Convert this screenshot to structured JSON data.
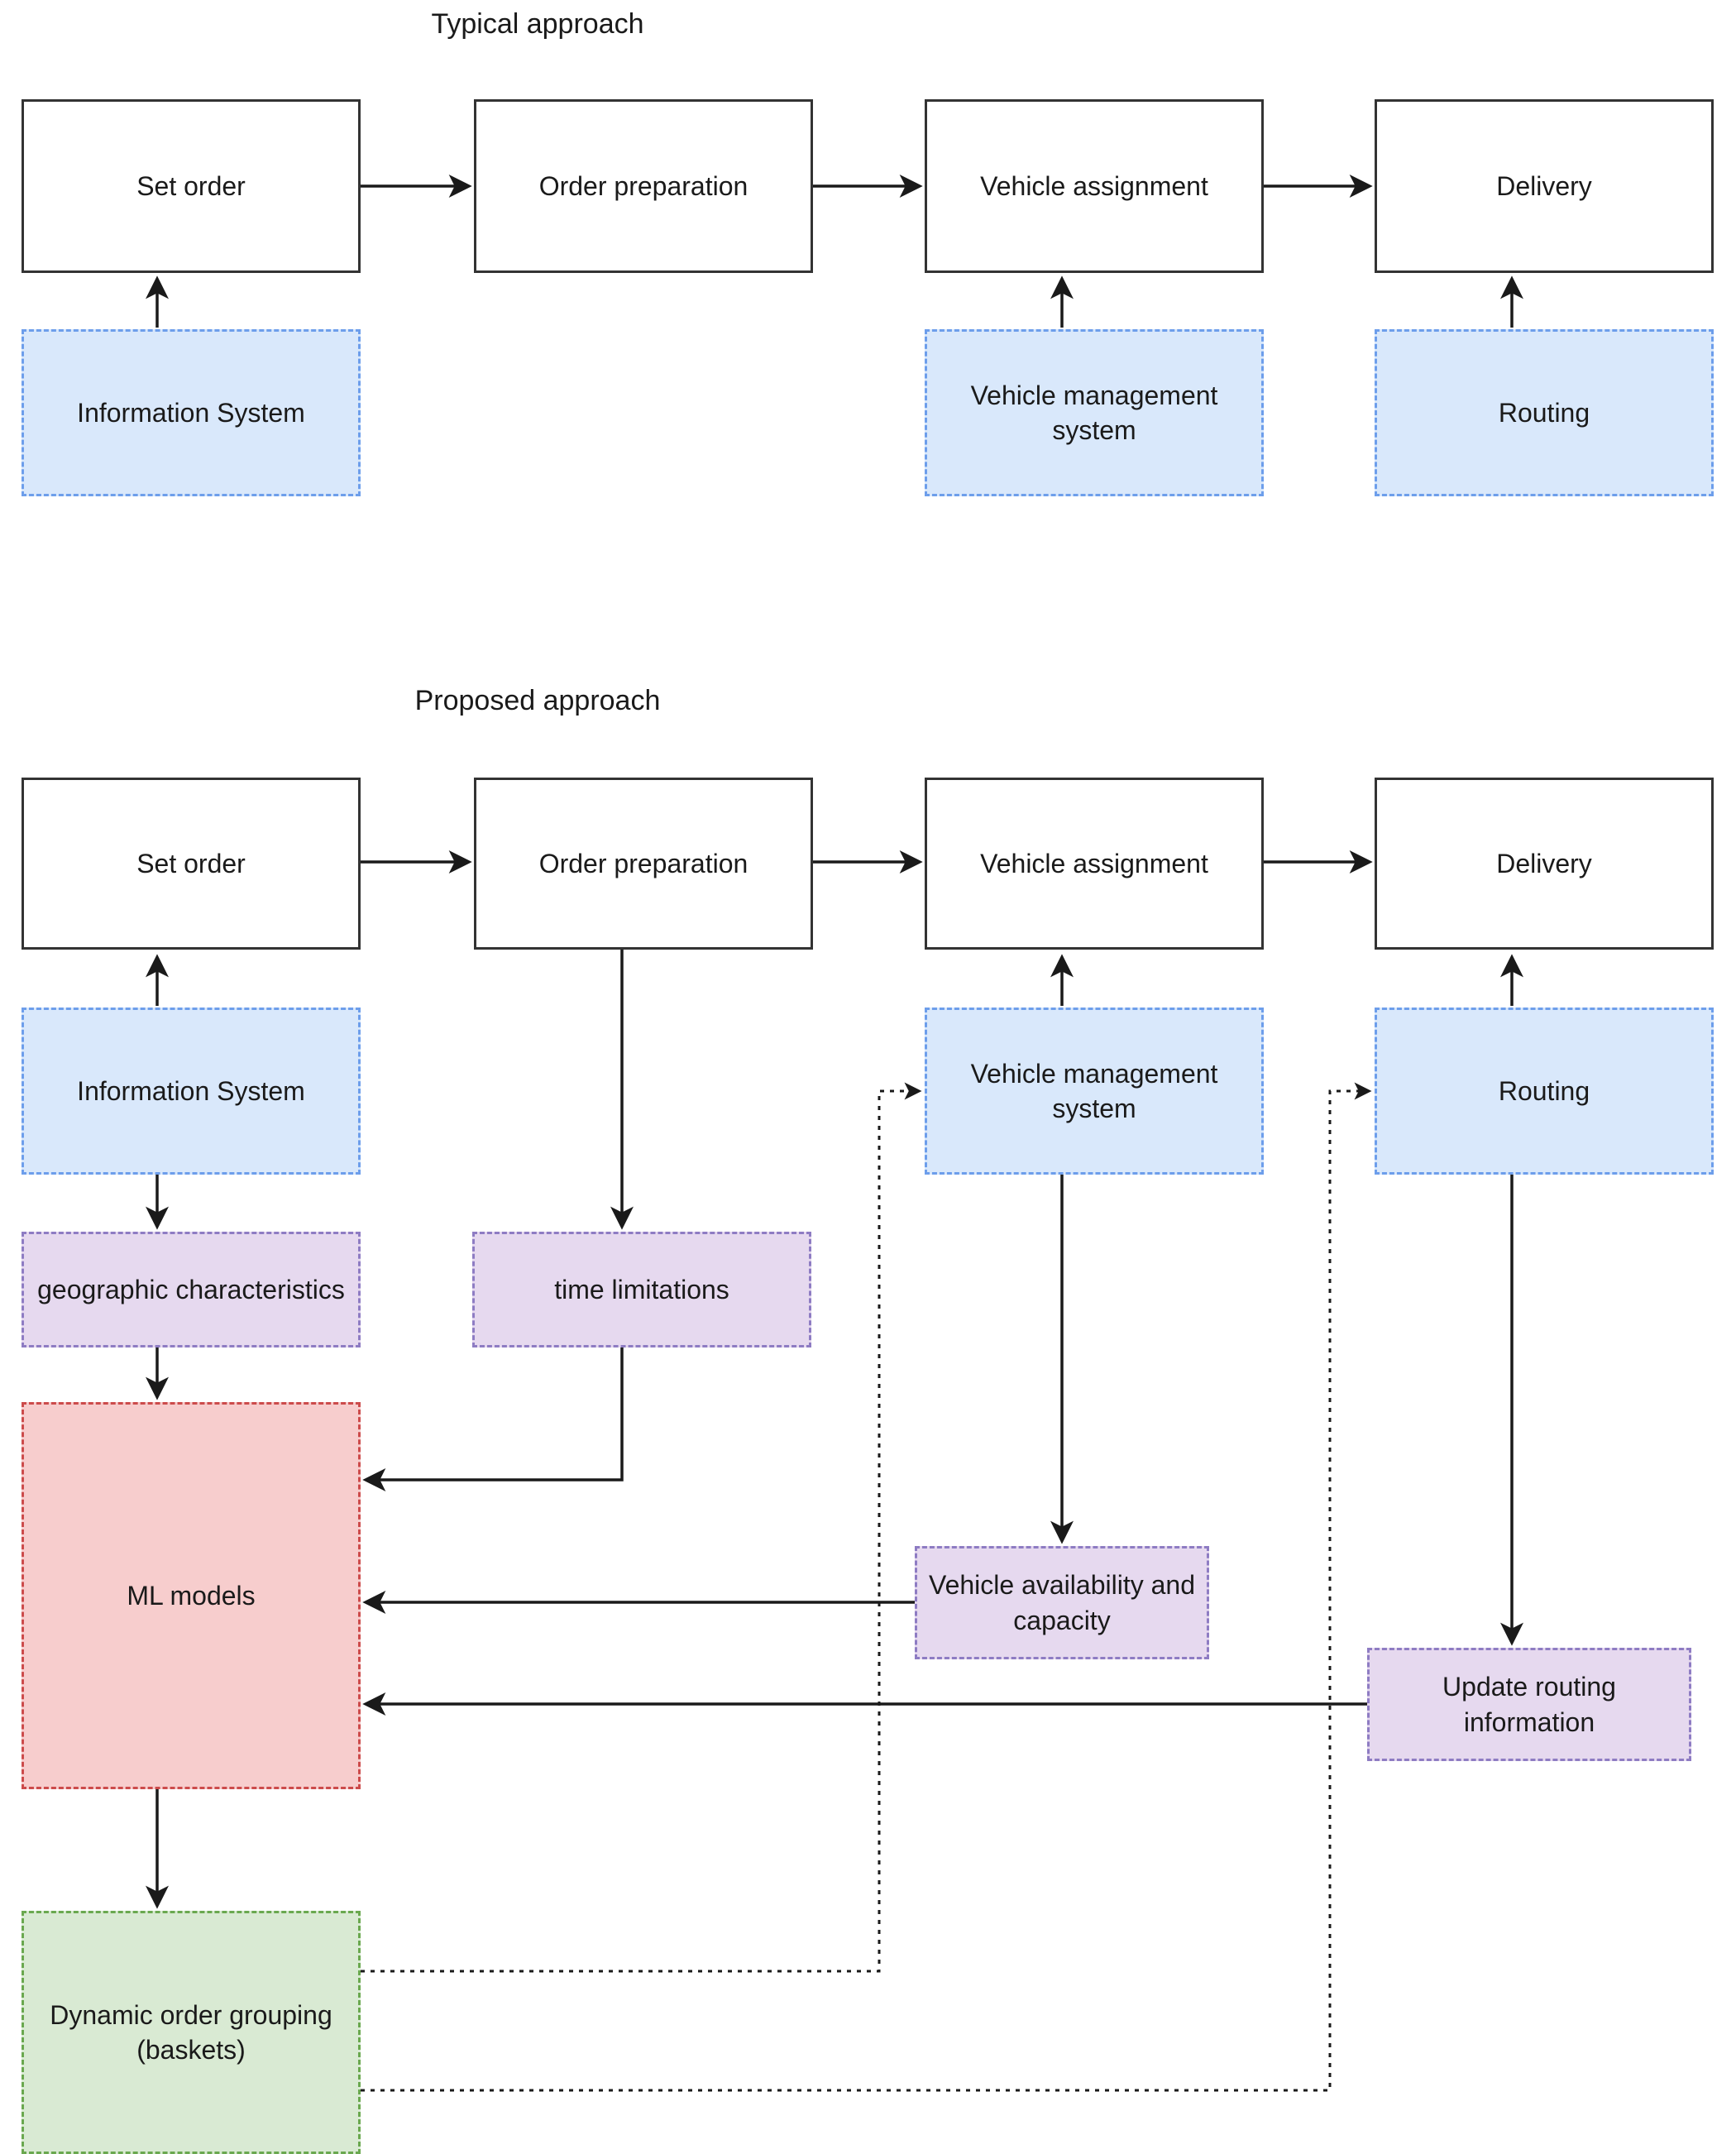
{
  "diagram": {
    "type": "flowchart",
    "title_typical": "Typical approach",
    "title_proposed": "Proposed approach",
    "colors": {
      "process_border": "#333333",
      "process_fill": "#ffffff",
      "blue_fill": "#d9e8fb",
      "blue_border": "#6d9eeb",
      "purple_fill": "#e6d9ef",
      "purple_border": "#8e7cc3",
      "red_fill": "#f7cdcd",
      "red_border": "#cc4b4b",
      "green_fill": "#d9ead3",
      "green_border": "#6aa84f",
      "edge": "#1a1a1a"
    },
    "typical": {
      "process_nodes": [
        {
          "id": "t-set-order",
          "label": "Set order"
        },
        {
          "id": "t-order-preparation",
          "label": "Order preparation"
        },
        {
          "id": "t-vehicle-assignment",
          "label": "Vehicle assignment"
        },
        {
          "id": "t-delivery",
          "label": "Delivery"
        }
      ],
      "support_nodes": [
        {
          "id": "t-information-system",
          "label": "Information System"
        },
        {
          "id": "t-vehicle-management-system",
          "label": "Vehicle management system"
        },
        {
          "id": "t-routing",
          "label": "Routing"
        }
      ]
    },
    "proposed": {
      "process_nodes": [
        {
          "id": "p-set-order",
          "label": "Set order"
        },
        {
          "id": "p-order-preparation",
          "label": "Order preparation"
        },
        {
          "id": "p-vehicle-assignment",
          "label": "Vehicle assignment"
        },
        {
          "id": "p-delivery",
          "label": "Delivery"
        }
      ],
      "support_nodes": [
        {
          "id": "p-information-system",
          "label": "Information System"
        },
        {
          "id": "p-vehicle-management-system",
          "label": "Vehicle management system"
        },
        {
          "id": "p-routing",
          "label": "Routing"
        }
      ],
      "data_nodes": [
        {
          "id": "p-geographic-characteristics",
          "label": "geographic characteristics"
        },
        {
          "id": "p-time-limitations",
          "label": "time limitations"
        },
        {
          "id": "p-vehicle-availability",
          "label": "Vehicle availability and capacity"
        },
        {
          "id": "p-update-routing-information",
          "label": "Update routing information"
        }
      ],
      "model_node": {
        "id": "p-ml-models",
        "label": "ML models"
      },
      "output_node": {
        "id": "p-dynamic-order-grouping",
        "label": "Dynamic order grouping (baskets)"
      }
    }
  }
}
